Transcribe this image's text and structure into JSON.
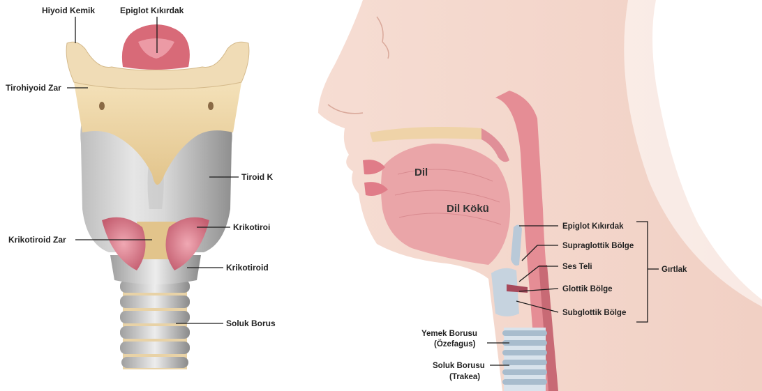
{
  "left_labels": {
    "hyoid": "Hiyoid Kemik",
    "epiglottis": "Epiglot Kıkırdak",
    "thyrohyoid": "Tirohiyoid Zar",
    "thyroid": "Tiroid K",
    "cricothyroid_muscle": "Krikotiroi",
    "cricothyroid_membrane": "Krikotiroid Zar",
    "cricoid": "Krikotiroid",
    "trachea": "Soluk Borus"
  },
  "right_labels": {
    "tongue": "Dil",
    "tongue_root": "Dil Kökü",
    "epiglottis": "Epiglot Kıkırdak",
    "supraglottic": "Supraglottik Bölge",
    "vocal_cord": "Ses Teli",
    "glottic": "Glottik Bölge",
    "subglottic": "Subglottik Bölge",
    "larynx": "Gırtlak",
    "esophagus_1": "Yemek Borusu",
    "esophagus_2": "(Özefagus)",
    "trachea_1": "Soluk Borusu",
    "trachea_2": "(Trakea)"
  },
  "colors": {
    "bone": "#efd7a8",
    "thyroid_cartilage": "#c9c9c9",
    "epiglottis": "#d86a78",
    "muscle": "#d97f8e",
    "skin": "#f3d6cc",
    "airway": "#e58d95",
    "trachea_ring": "#b8c9d6"
  }
}
